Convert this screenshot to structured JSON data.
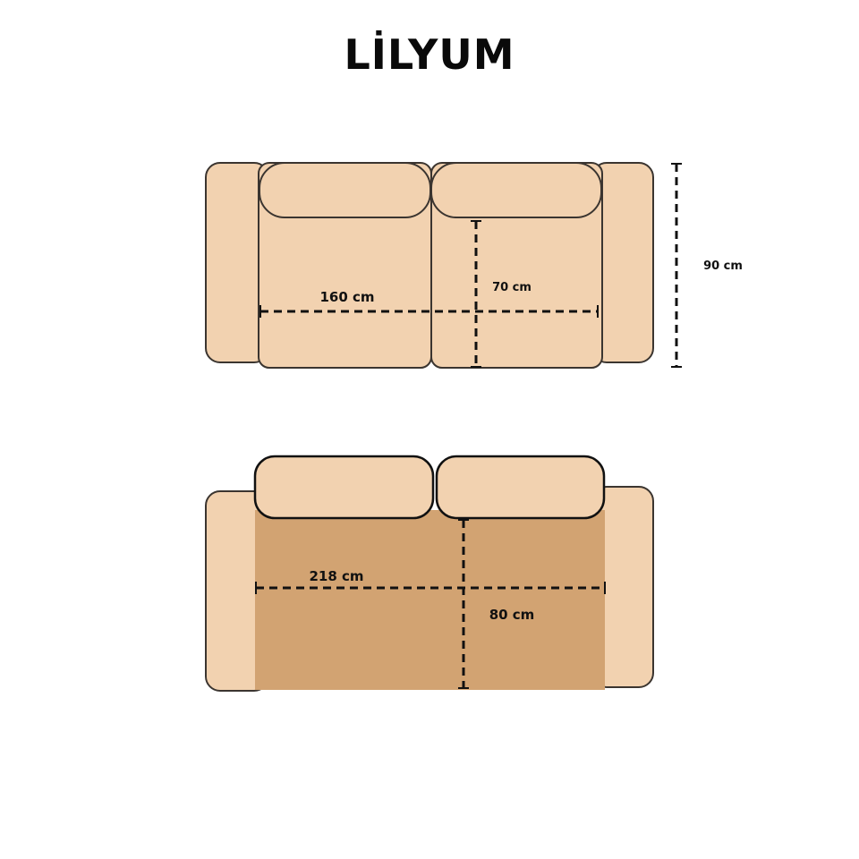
{
  "title": "LİLYUM",
  "colors": {
    "upholstery": "#f2d2b0",
    "bed_surface": "#d2a372",
    "outline": "#3b3530",
    "dimension_line": "#111111"
  },
  "sofa_view": {
    "width_label": "160 cm",
    "seat_depth_label": "70 cm",
    "total_depth_label": "90 cm"
  },
  "bed_view": {
    "width_label": "218 cm",
    "depth_label": "80 cm"
  }
}
